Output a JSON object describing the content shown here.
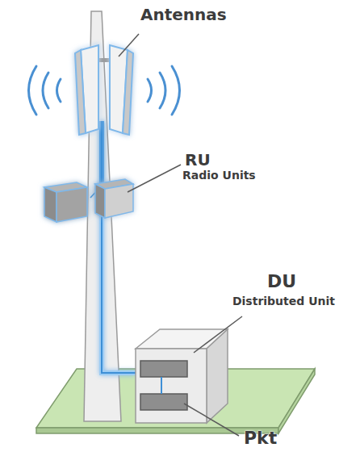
{
  "diagram": {
    "labels": [
      "Antennas",
      "RU",
      "Radio Units",
      "DU",
      "Distributed Unit",
      "Pkt"
    ]
  }
}
